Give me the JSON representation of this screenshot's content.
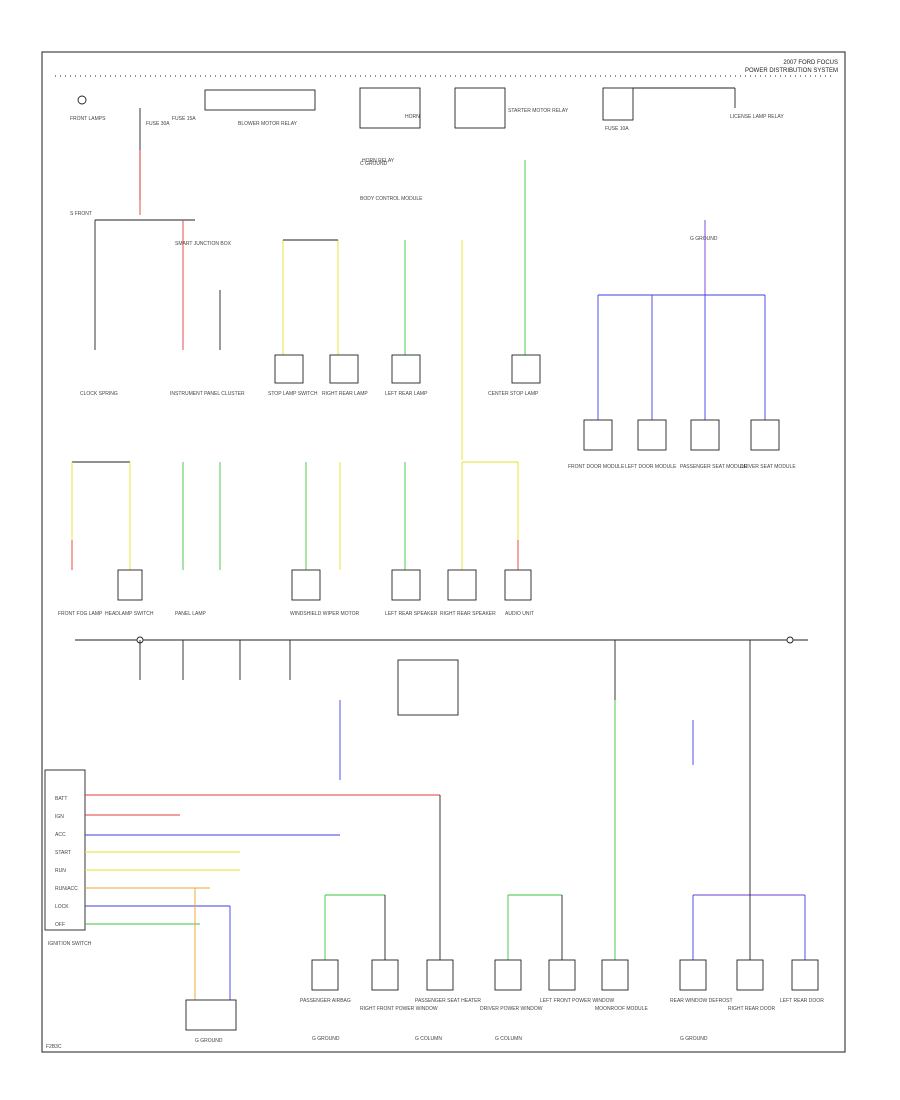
{
  "header": {
    "title_line1": "2007 FORD FOCUS",
    "title_line2": "POWER DISTRIBUTION SYSTEM"
  },
  "footer": {
    "code": "F2B3C"
  },
  "wire_colors": {
    "black": "#222222",
    "red": "#e23b3b",
    "yellow": "#e6e02a",
    "green": "#39c43c",
    "blue": "#3f3fe6",
    "orange": "#f0a030",
    "violet": "#6a3fd0"
  },
  "top_components": [
    {
      "label": "FRONT LAMPS"
    },
    {
      "label": "FUSE 30A"
    },
    {
      "label": "FUSE 15A"
    },
    {
      "label": "BLOWER MOTOR RELAY"
    },
    {
      "label": "HORN RELAY"
    },
    {
      "label": "HORN"
    },
    {
      "label": "STARTER MOTOR RELAY"
    },
    {
      "label": "FUSE 10A"
    },
    {
      "label": "LICENSE LAMP RELAY"
    }
  ],
  "junctions": [
    {
      "label": "S FRONT"
    },
    {
      "label": "C GROUND"
    },
    {
      "label": "BODY CONTROL MODULE"
    },
    {
      "label": "SMART JUNCTION BOX"
    },
    {
      "label": "G GROUND"
    }
  ],
  "mid_components": [
    {
      "label": "CLOCK SPRING"
    },
    {
      "label": "INSTRUMENT PANEL CLUSTER"
    },
    {
      "label": "STOP LAMP SWITCH"
    },
    {
      "label": "RIGHT REAR LAMP"
    },
    {
      "label": "LEFT REAR LAMP"
    },
    {
      "label": "CENTER STOP LAMP"
    },
    {
      "label": "FRONT DOOR MODULE"
    },
    {
      "label": "LEFT DOOR MODULE"
    },
    {
      "label": "PASSENGER SEAT MODULE"
    },
    {
      "label": "DRIVER SEAT MODULE"
    }
  ],
  "row3_components": [
    {
      "label": "FRONT FOG LAMP"
    },
    {
      "label": "HEADLAMP SWITCH"
    },
    {
      "label": "PANEL LAMP"
    },
    {
      "label": "WINDSHIELD WIPER MOTOR"
    },
    {
      "label": "LEFT REAR SPEAKER"
    },
    {
      "label": "RIGHT REAR SPEAKER"
    },
    {
      "label": "AUDIO UNIT"
    }
  ],
  "bottom_components": [
    {
      "label": "PASSENGER AIRBAG"
    },
    {
      "label": "RIGHT FRONT POWER WINDOW"
    },
    {
      "label": "PASSENGER SEAT HEATER"
    },
    {
      "label": "DRIVER POWER WINDOW"
    },
    {
      "label": "LEFT FRONT POWER WINDOW"
    },
    {
      "label": "MOONROOF MODULE"
    },
    {
      "label": "REAR WINDOW DEFROST"
    },
    {
      "label": "RIGHT REAR DOOR"
    },
    {
      "label": "LEFT REAR DOOR"
    }
  ],
  "bottom_ground_labels": [
    "G GROUND",
    "G COLUMN",
    "G COLUMN",
    "G GROUND"
  ],
  "left_connector": {
    "pins": [
      "BATT",
      "IGN",
      "ACC",
      "START",
      "RUN",
      "RUN/ACC",
      "LOCK",
      "OFF"
    ],
    "label": "IGNITION SWITCH"
  },
  "audio_label": "G GROUND"
}
